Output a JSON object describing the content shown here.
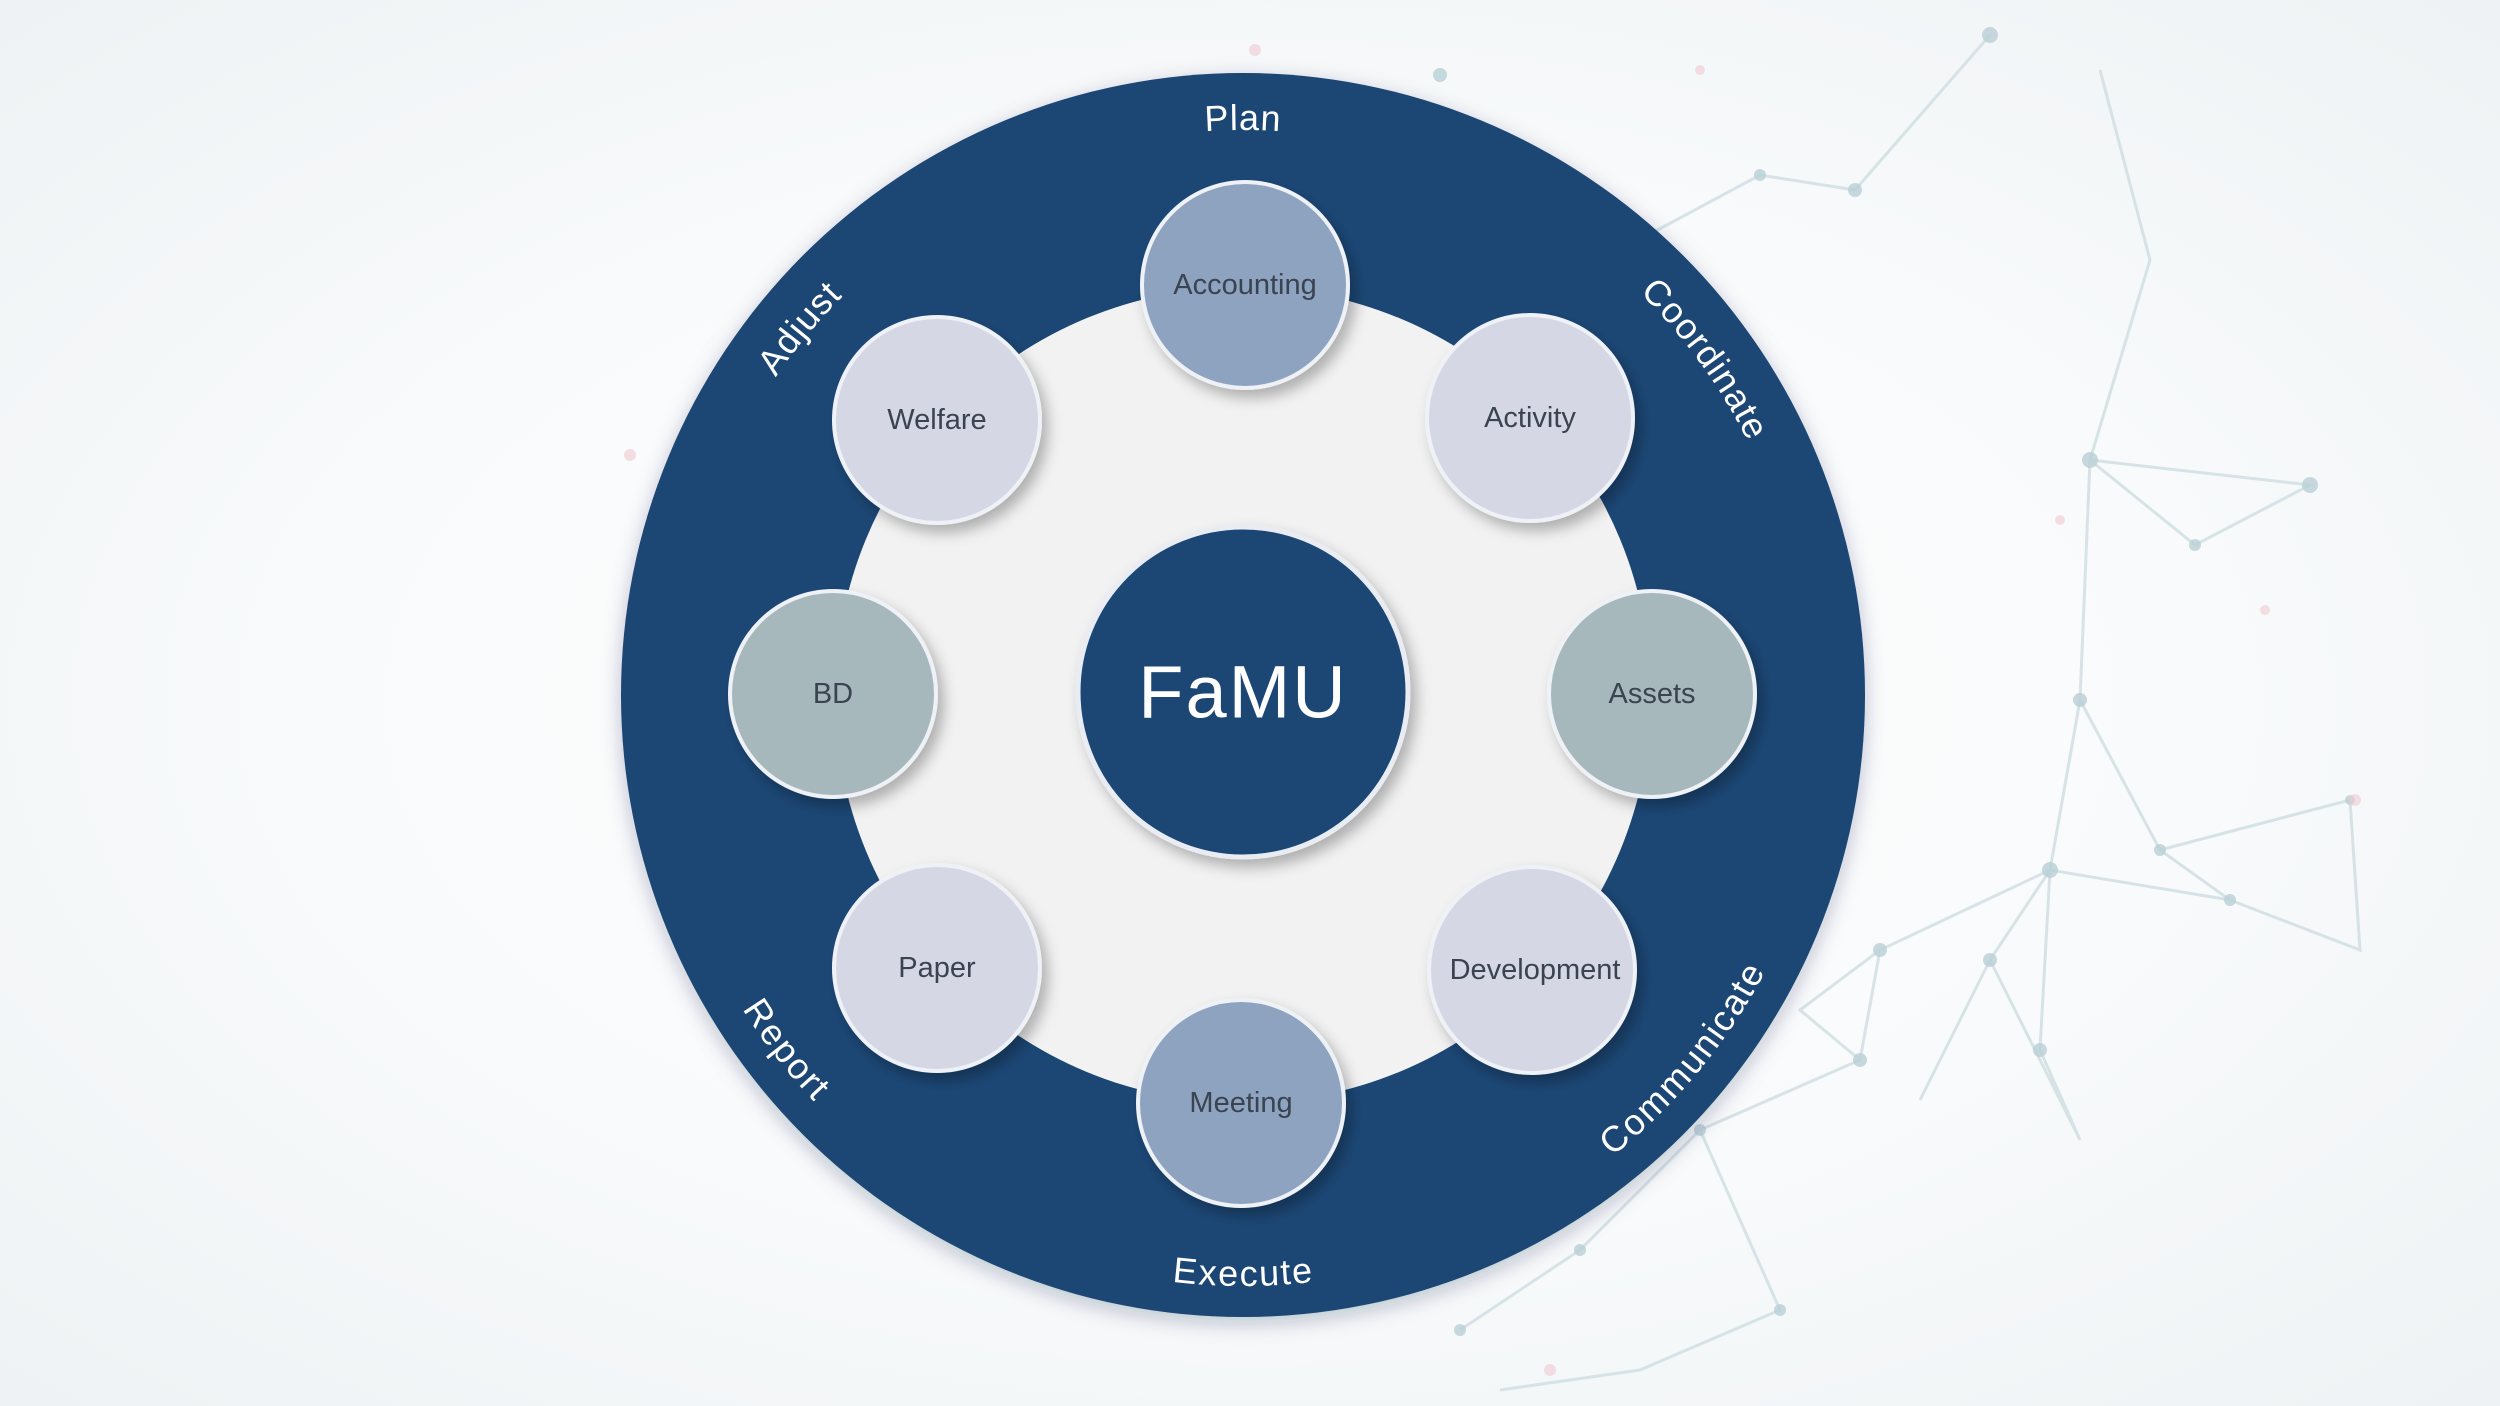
{
  "center": {
    "label": "FaMU",
    "color": "#1c4674"
  },
  "colors": {
    "outer_ring": "#1c4674",
    "inner_disc": "#f2f2f2",
    "ring_text": "#ffffff",
    "node_text": "#3a4350",
    "node_light": "#d5d8e4",
    "node_medium": "#8ea3bf",
    "node_sage": "#a6b8bc"
  },
  "ring_labels": [
    {
      "id": "plan",
      "text": "Plan"
    },
    {
      "id": "coordinate",
      "text": "Coordinate"
    },
    {
      "id": "communicate",
      "text": "Communicate"
    },
    {
      "id": "execute",
      "text": "Execute"
    },
    {
      "id": "report",
      "text": "Report"
    },
    {
      "id": "adjust",
      "text": "Adjust"
    }
  ],
  "nodes": [
    {
      "id": "accounting",
      "label": "Accounting",
      "tone": "node_medium"
    },
    {
      "id": "activity",
      "label": "Activity",
      "tone": "node_light"
    },
    {
      "id": "assets",
      "label": "Assets",
      "tone": "node_sage"
    },
    {
      "id": "development",
      "label": "Development",
      "tone": "node_light"
    },
    {
      "id": "meeting",
      "label": "Meeting",
      "tone": "node_medium"
    },
    {
      "id": "paper",
      "label": "Paper",
      "tone": "node_light"
    },
    {
      "id": "bd",
      "label": "BD",
      "tone": "node_sage"
    },
    {
      "id": "welfare",
      "label": "Welfare",
      "tone": "node_light"
    }
  ]
}
